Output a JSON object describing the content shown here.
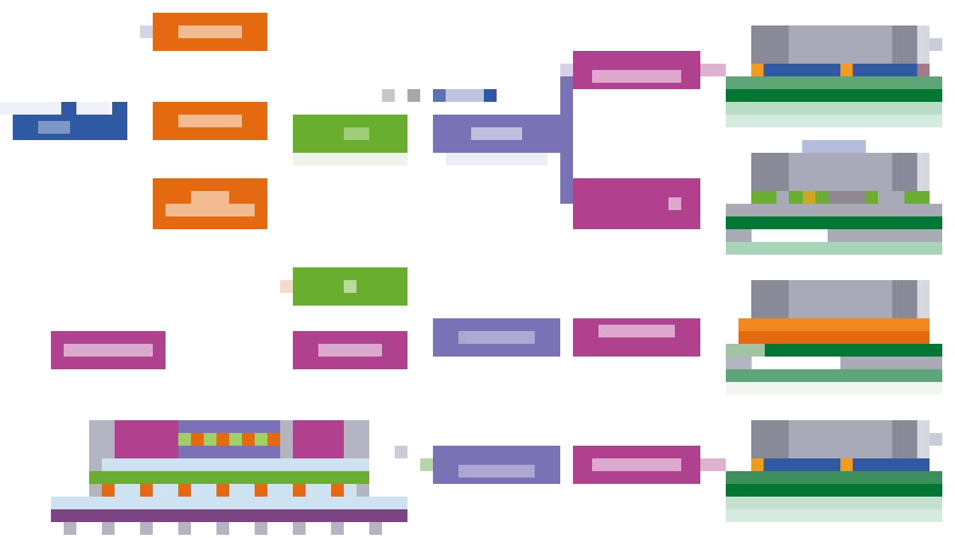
{
  "colors": {
    "orange": "#e3680f",
    "green": "#69ae2e",
    "purple_light": "#7b72b6",
    "magenta": "#b0418f",
    "blue": "#2f5aa3",
    "dark_green": "#007632",
    "plum": "#7d4586",
    "slate": "#a8aab7",
    "slate_dark": "#898b98",
    "mint": "#a7d3b7",
    "seafoam": "#5fa779",
    "peach": "#f5d8c7",
    "pale_blue": "#cde1f1",
    "white": "#ffffff"
  },
  "nodes": {
    "left_blue_node": {
      "color": "blue"
    },
    "orange_node_1": {
      "color": "orange"
    },
    "orange_node_2": {
      "color": "orange"
    },
    "orange_node_3": {
      "color": "orange"
    },
    "green_node_1": {
      "color": "green"
    },
    "green_node_2": {
      "color": "green"
    },
    "magenta_left_node": {
      "color": "magenta"
    },
    "magenta_mid_node": {
      "color": "magenta"
    },
    "purple_node_1": {
      "color": "purple_light"
    },
    "purple_node_2": {
      "color": "purple_light"
    },
    "purple_node_3": {
      "color": "purple_light"
    },
    "magenta_right_1": {
      "color": "magenta"
    },
    "magenta_right_2": {
      "color": "magenta"
    },
    "magenta_right_3": {
      "color": "magenta"
    },
    "magenta_right_4": {
      "color": "magenta"
    }
  },
  "icons": [
    "dot-icon",
    "device-icon",
    "rack-icon",
    "server-icon"
  ]
}
